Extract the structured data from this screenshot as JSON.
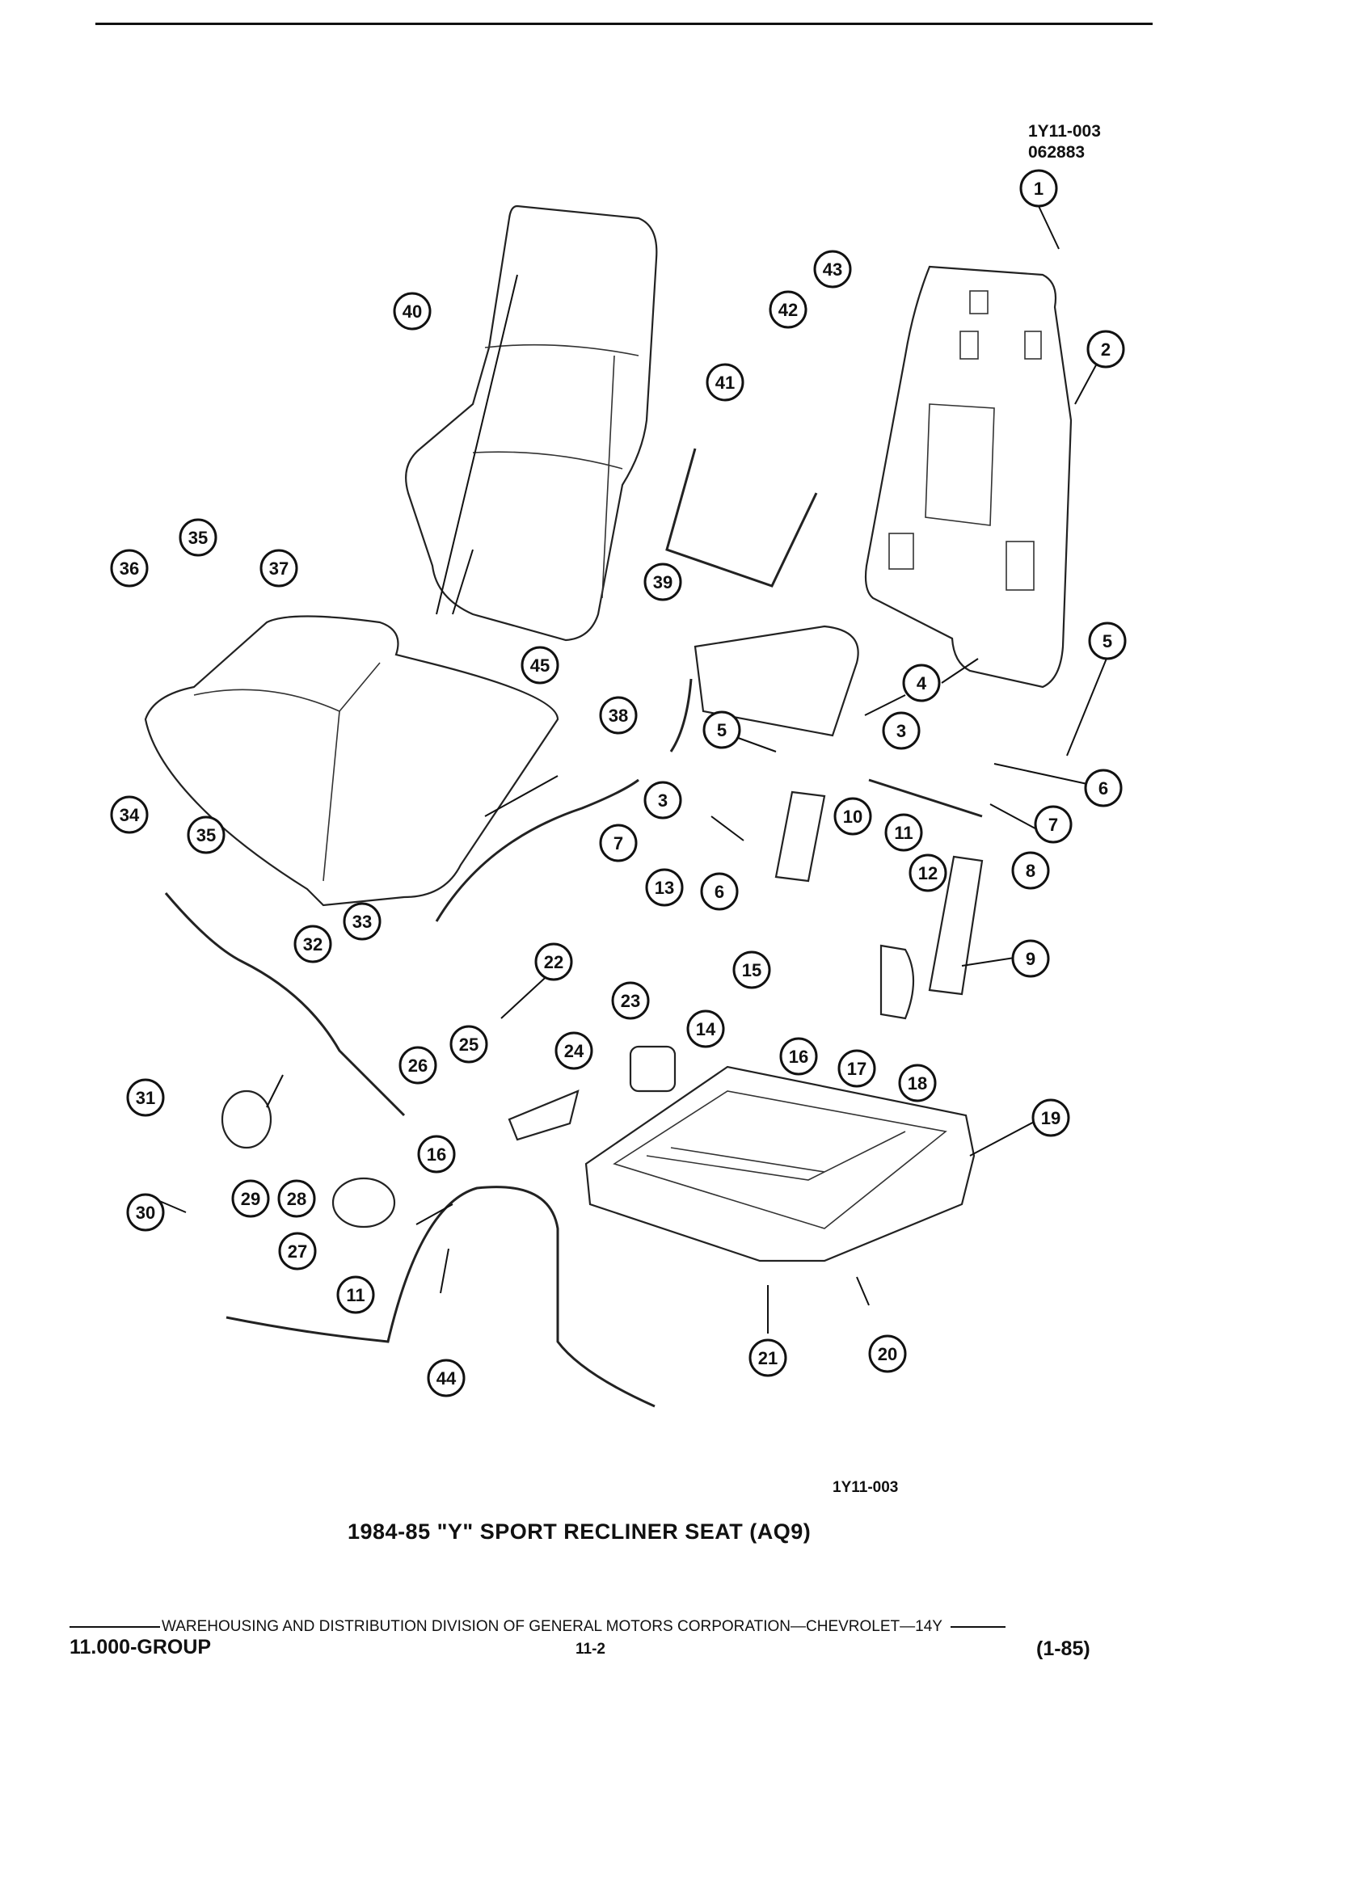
{
  "header": {
    "ref_code": "1Y11-003",
    "ref_number": "062883"
  },
  "figure": {
    "id": "1Y11-003",
    "caption": "1984-85 \"Y\" SPORT RECLINER SEAT (AQ9)",
    "callouts": [
      "1",
      "2",
      "3",
      "4",
      "5",
      "6",
      "7",
      "8",
      "9",
      "10",
      "11",
      "12",
      "13",
      "14",
      "15",
      "16",
      "17",
      "18",
      "19",
      "20",
      "21",
      "22",
      "23",
      "24",
      "25",
      "26",
      "27",
      "28",
      "29",
      "30",
      "31",
      "32",
      "33",
      "34",
      "35",
      "36",
      "37",
      "38",
      "39",
      "40",
      "41",
      "42",
      "43",
      "44",
      "45"
    ]
  },
  "footer": {
    "division": "WAREHOUSING AND DISTRIBUTION  DIVISION OF GENERAL MOTORS CORPORATION—CHEVROLET—14Y",
    "group": "11.000-GROUP",
    "page": "11-2",
    "revision": "(1-85)"
  }
}
